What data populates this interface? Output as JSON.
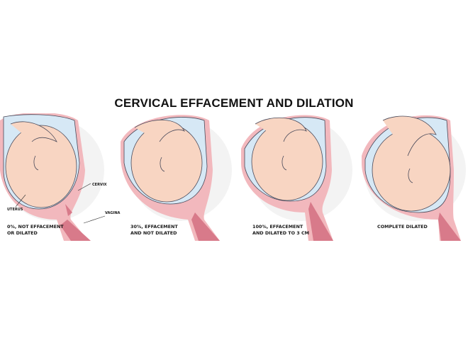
{
  "title": "CERVICAL EFFACEMENT AND DILATION",
  "colors": {
    "skin": "#f8d5c2",
    "amniotic_fluid": "#d6e8f5",
    "uterus_wall": "#f2b8bd",
    "vagina": "#d87a8a",
    "outline": "#4a4a5a",
    "background_circle": "#f3f3f3"
  },
  "panels": [
    {
      "stage": 1,
      "caption": "0%, NOT EFFACEMENT\nOR DILATED",
      "labels": {
        "cervix": "CERVIX",
        "uterus": "UTERUS",
        "vagina": "VAGINA"
      }
    },
    {
      "stage": 2,
      "caption": "30%, EFFACEMENT\nAND NOT DILATED"
    },
    {
      "stage": 3,
      "caption": "100%, EFFACEMENT\nAND DILATED TO 3 CM"
    },
    {
      "stage": 4,
      "caption": "COMPLETE DILATED"
    }
  ]
}
